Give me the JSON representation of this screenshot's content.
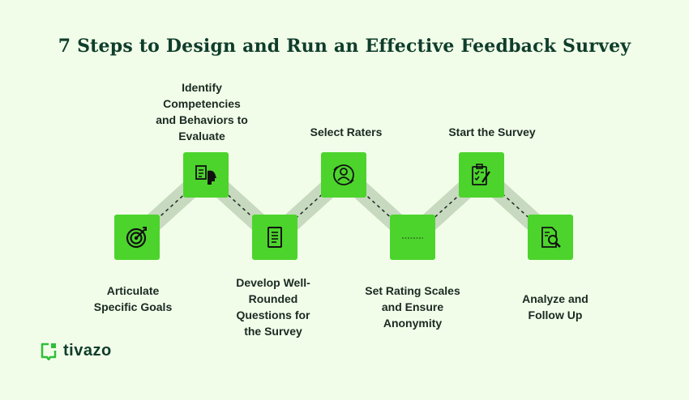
{
  "title": "7 Steps to Design and Run an Effective Feedback Survey",
  "steps": [
    {
      "lines": [
        "Articulate",
        "Specific Goals"
      ],
      "icon": "target-icon"
    },
    {
      "lines": [
        "Identify",
        "Competencies",
        "and Behaviors to",
        "Evaluate"
      ],
      "icon": "checklist-head-icon"
    },
    {
      "lines": [
        "Develop Well-",
        "Rounded",
        "Questions for",
        "the Survey"
      ],
      "icon": "document-icon"
    },
    {
      "lines": [
        "Select Raters"
      ],
      "icon": "rater-icon"
    },
    {
      "lines": [
        "Set Rating Scales",
        "and Ensure",
        "Anonymity"
      ],
      "icon": "rating-scale-icon"
    },
    {
      "lines": [
        "Start the Survey"
      ],
      "icon": "clipboard-pen-icon"
    },
    {
      "lines": [
        "Analyze and",
        "Follow Up"
      ],
      "icon": "report-magnifier-icon"
    }
  ],
  "brand": {
    "name": "tivazo"
  },
  "colors": {
    "box": "#4cd42c",
    "band": "#c7d9bf",
    "title": "#0f3d2b",
    "background": "#f1fde9"
  }
}
